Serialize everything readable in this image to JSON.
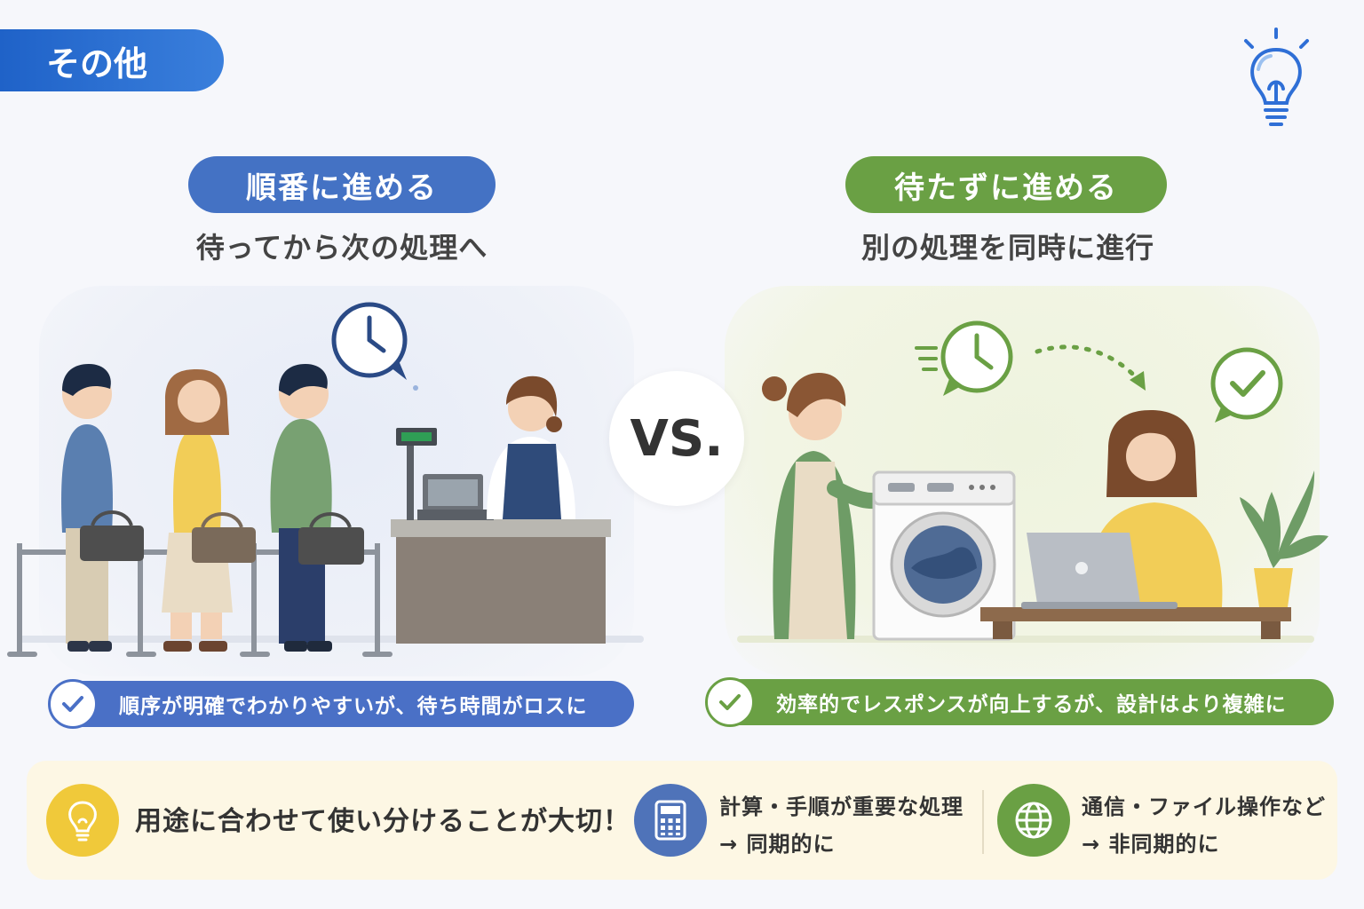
{
  "category_tab": "その他",
  "left": {
    "title": "順番に進める",
    "subtitle": "待ってから次の処理へ",
    "caption": "順序が明確でわかりやすいが、待ち時間がロスに"
  },
  "vs_label": "VS.",
  "right": {
    "title": "待たずに進める",
    "subtitle": "別の処理を同時に進行",
    "caption": "効率的でレスポンスが向上するが、設計はより複雑に"
  },
  "bottom": {
    "main": "用途に合わせて使い分けることが大切！",
    "sync_line1": "計算・手順が重要な処理",
    "sync_line2": "→ 同期的に",
    "async_line1": "通信・ファイル操作など",
    "async_line2": "→ 非同期的に"
  },
  "colors": {
    "blue": "#4472c4",
    "green": "#6aa044",
    "yellow": "#f0c93a",
    "tab_blue": "#1f62c8"
  },
  "icons": [
    "lightbulb-icon",
    "clock-icon",
    "check-icon",
    "calculator-icon",
    "globe-icon"
  ]
}
